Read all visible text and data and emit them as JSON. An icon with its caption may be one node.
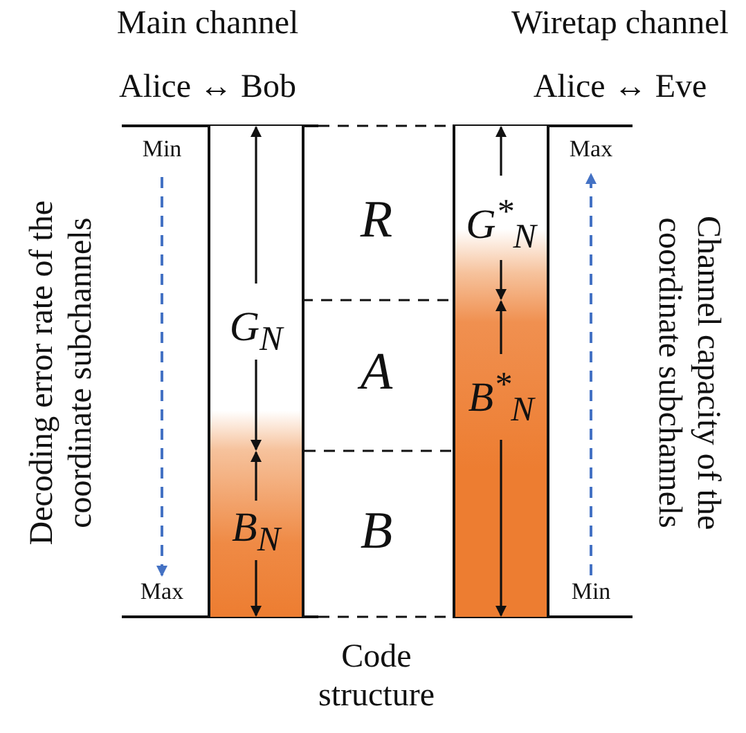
{
  "diagram": {
    "caption": "Code structure",
    "nodes": [
      {
        "text": [
          "G$_{N}$",
          "B$_{N}$"
        ]
      },
      {
        "text": [
          "G$^{*}$$_{N}$",
          "B$^{*}$$_{N}$"
        ]
      }
    ],
    "labels": [
      "Main channel",
      "Alice ↔ Bob",
      "Wiretap channel",
      "Alice ↔ Eve",
      "Decoding error rate of the coordinate subchannels",
      "Min",
      "Max",
      "R",
      "A",
      "B",
      "Max",
      "Min",
      "Channel capacity of the coordinate subchannels"
    ]
  }
}
